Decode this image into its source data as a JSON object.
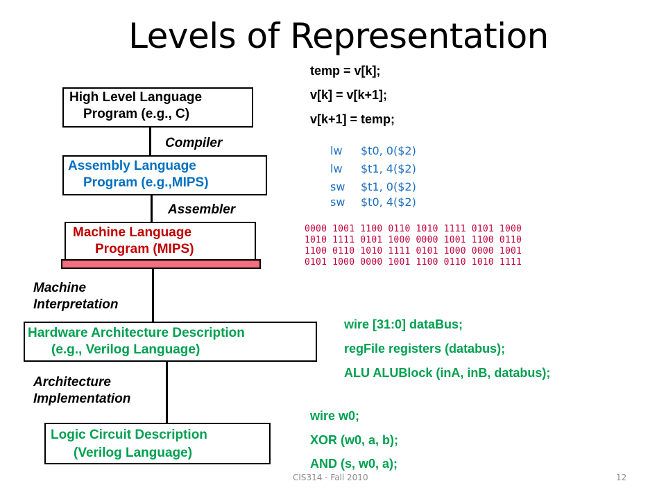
{
  "title": "Levels of Representation",
  "boxes": {
    "hll": {
      "line1": "High Level Language",
      "line2": "Program (e.g., C)"
    },
    "asm": {
      "line1": "Assembly  Language",
      "line2": "Program (e.g.,MIPS)"
    },
    "mach": {
      "line1": "Machine  Language",
      "line2": "Program (MIPS)"
    },
    "hw": {
      "line1": "Hardware Architecture Description",
      "line2": "(e.g., Verilog Language)"
    },
    "logic": {
      "line1": "Logic Circuit Description",
      "line2": "(Verilog Language)"
    }
  },
  "labels": {
    "compiler": "Compiler",
    "assembler": "Assembler",
    "machine_interp_1": "Machine",
    "machine_interp_2": "Interpretation",
    "arch_impl_1": "Architecture",
    "arch_impl_2": "Implementation"
  },
  "c_code": [
    "temp = v[k];",
    "v[k] = v[k+1];",
    "v[k+1] = temp;"
  ],
  "asm_code": [
    {
      "op": "lw",
      "args": "$t0, 0($2)"
    },
    {
      "op": "lw",
      "args": "$t1, 4($2)"
    },
    {
      "op": "sw",
      "args": "$t1, 0($2)"
    },
    {
      "op": "sw",
      "args": "$t0, 4($2)"
    }
  ],
  "binary": [
    "0000 1001 1100 0110 1010 1111 0101 1000",
    "1010 1111 0101 1000 0000 1001 1100 0110",
    "1100 0110 1010 1111 0101 1000 0000 1001",
    "0101 1000 0000 1001 1100 0110 1010 1111"
  ],
  "verilog_hw": [
    "wire [31:0] dataBus;",
    "regFile registers (databus);",
    "ALU ALUBlock (inA, inB, databus);"
  ],
  "verilog_logic": [
    "wire w0;",
    "XOR (w0, a, b);",
    "AND (s, w0, a);"
  ],
  "footer": {
    "course": "CIS314 - Fall 2010",
    "page": "12"
  },
  "colors": {
    "blue": "#0070c0",
    "red": "#c00000",
    "green": "#00a050",
    "binary_red": "#c0003a"
  }
}
